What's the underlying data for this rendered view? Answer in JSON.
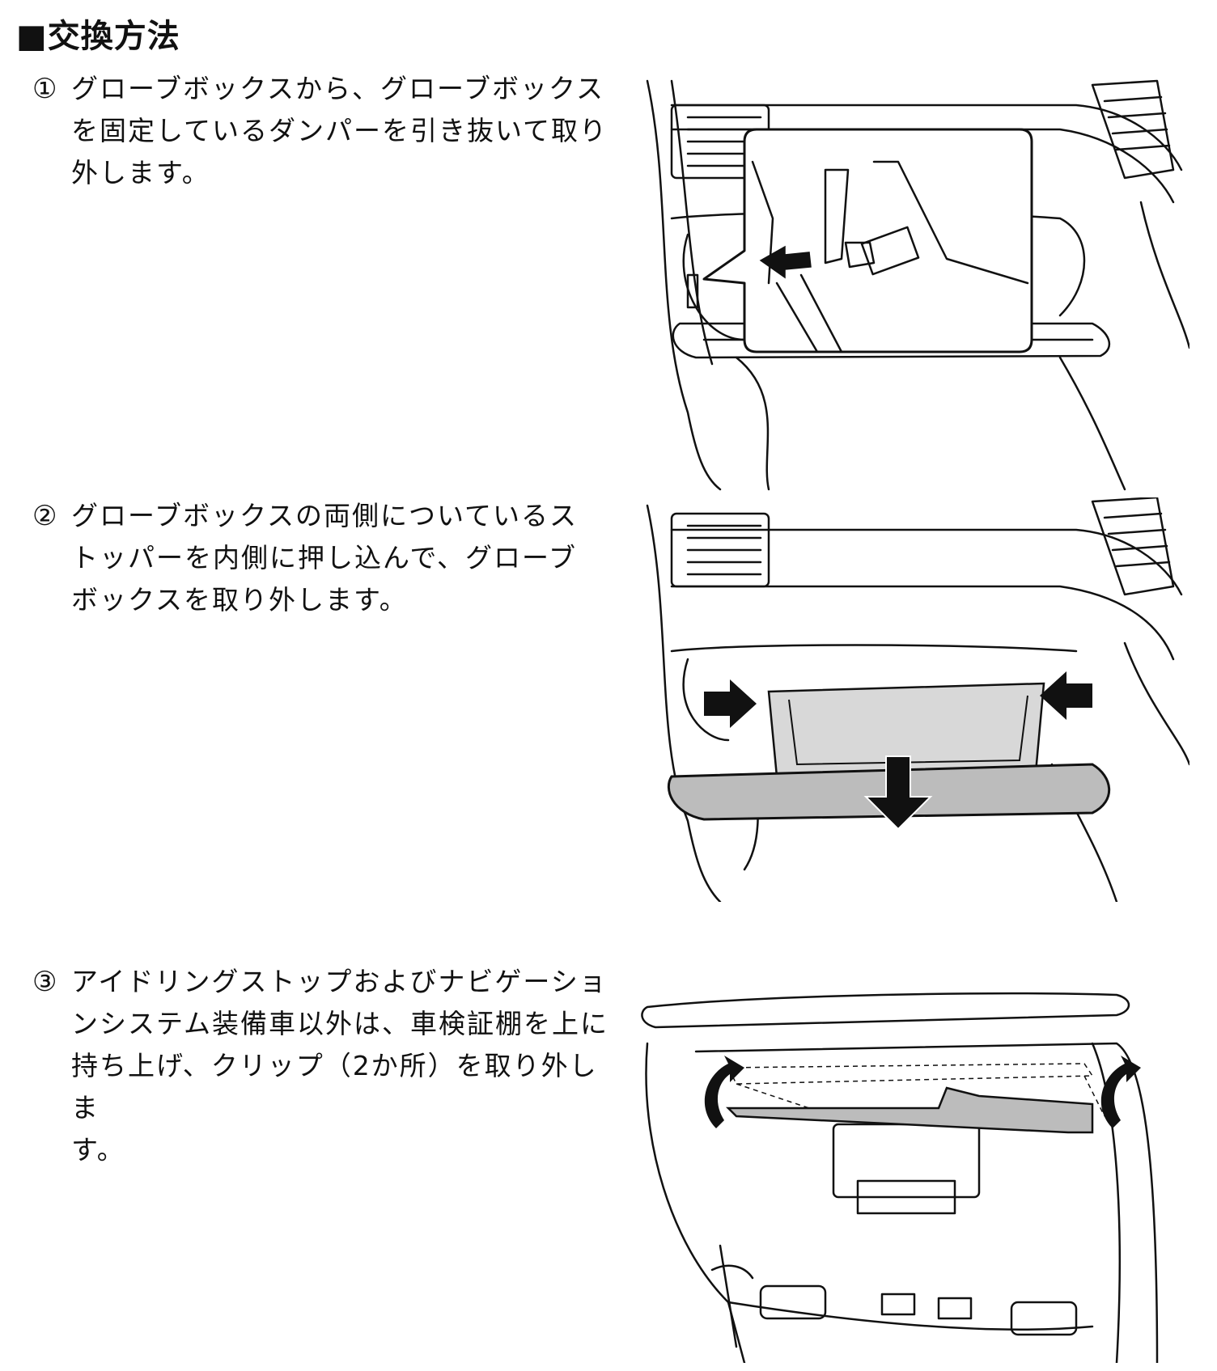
{
  "heading": "■交換方法",
  "steps": [
    {
      "number": "①",
      "text": "グローブボックスから、グローブボックス\nを固定しているダンパーを引き抜いて取り\n外します。"
    },
    {
      "number": "②",
      "text": "グローブボックスの両側についているス\nトッパーを内側に押し込んで、グローブ\nボックスを取り外します。"
    },
    {
      "number": "③",
      "text": "アイドリングストップおよびナビゲーショ\nンシステム装備車以外は、車検証棚を上に\n持ち上げ、クリップ（2か所）を取り外しま\nす。"
    }
  ]
}
